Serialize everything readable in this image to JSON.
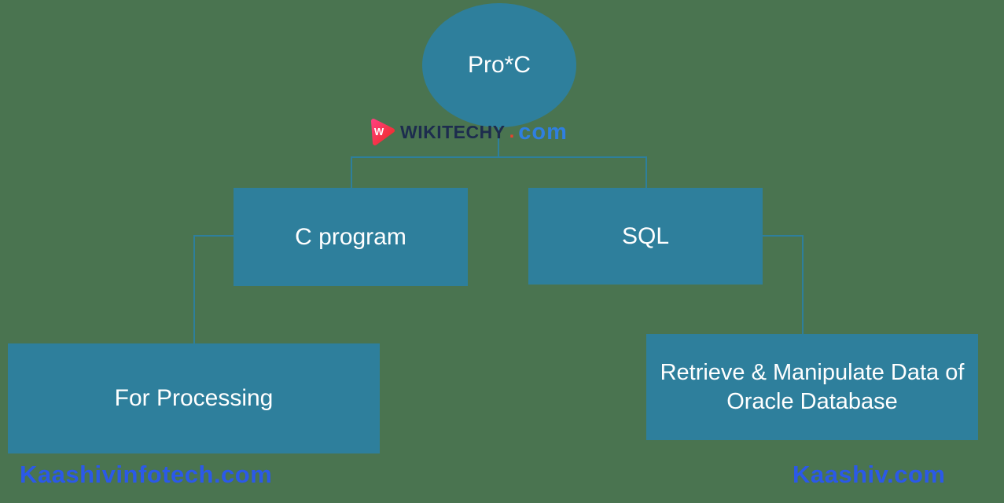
{
  "diagram": {
    "root": {
      "label": "Pro*C"
    },
    "children": [
      {
        "label": "C program",
        "child": {
          "label": "For Processing"
        }
      },
      {
        "label": "SQL",
        "child": {
          "label": "Retrieve & Manipulate Data of Oracle Database"
        }
      }
    ]
  },
  "watermark": {
    "logo": "wikitechy-play-logo",
    "brand": "WIKITECHY",
    "dot": ".",
    "tld": "com"
  },
  "footer": {
    "left": "Kaashivinfotech.com",
    "right": "Kaashiv.com"
  },
  "colors": {
    "background": "#4a7450",
    "node_fill": "#2e7f9c",
    "node_text": "#ffffff",
    "connector": "#2e7f9c",
    "watermark_brand": "#1d2c4e",
    "watermark_dot": "#e8432e",
    "watermark_tld": "#2f7fe0",
    "footer_text": "#2b59e8"
  }
}
